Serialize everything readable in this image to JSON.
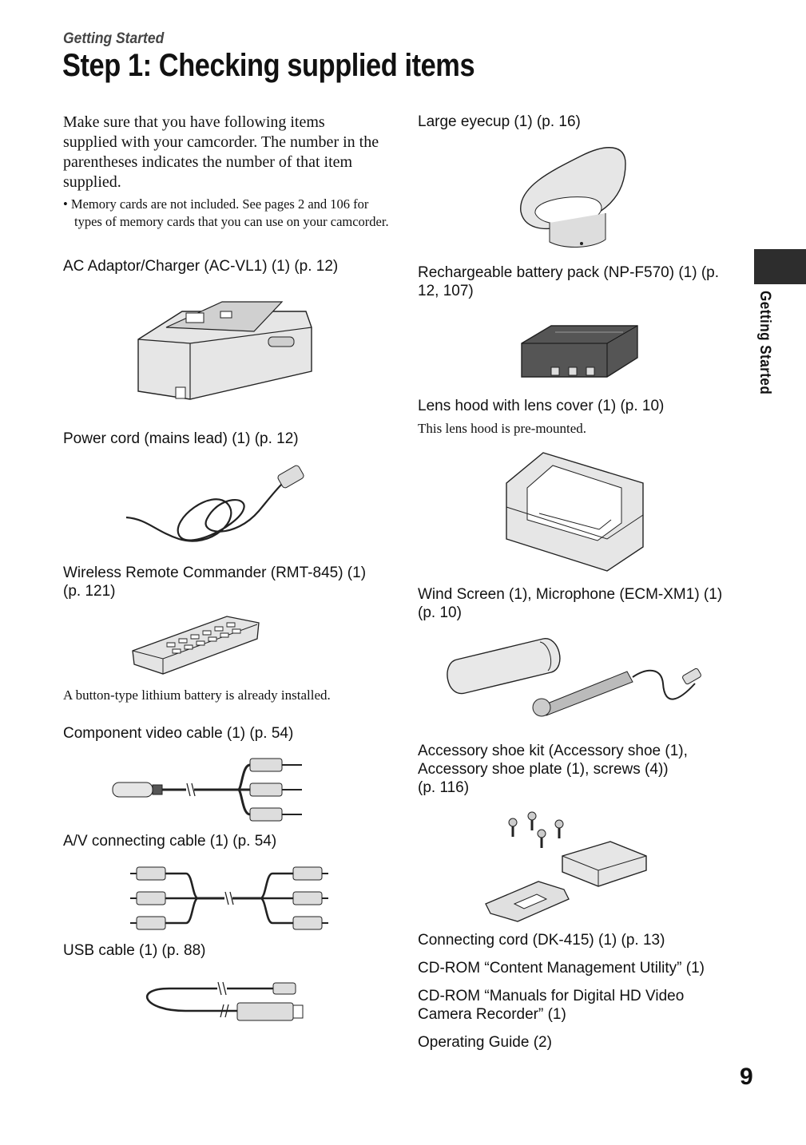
{
  "header": {
    "section_label": "Getting Started",
    "title": "Step 1: Checking supplied items"
  },
  "intro": {
    "paragraph": "Make sure that you have following items supplied with your camcorder. The number in the parentheses indicates the number of that item supplied.",
    "note": "• Memory cards are not included. See pages 2 and 106 for types of memory cards that you can use on your camcorder."
  },
  "items": {
    "ac_adaptor": "AC Adaptor/Charger (AC-VL1) (1) (p. 12)",
    "power_cord": "Power cord (mains lead) (1) (p. 12)",
    "remote": "Wireless Remote Commander (RMT-845) (1) (p. 121)",
    "remote_note": "A button-type lithium battery is already installed.",
    "component_cable": "Component video cable (1) (p. 54)",
    "av_cable": "A/V connecting cable (1) (p. 54)",
    "usb_cable": "USB cable (1) (p. 88)",
    "eyecup": "Large eyecup (1) (p. 16)",
    "battery": "Rechargeable battery pack (NP-F570) (1) (p. 12, 107)",
    "lens_hood": "Lens hood with lens cover (1) (p. 10)",
    "lens_hood_note": "This lens hood is pre-mounted.",
    "microphone": "Wind Screen (1), Microphone (ECM-XM1) (1) (p. 10)",
    "accessory_shoe_l1": "Accessory shoe kit (Accessory shoe (1),",
    "accessory_shoe_l2": "Accessory shoe plate (1), screws (4))",
    "accessory_shoe_l3": "(p. 116)",
    "connecting_cord": "Connecting cord (DK-415) (1) (p. 13)",
    "cdrom_content": "CD-ROM “Content Management Utility” (1)",
    "cdrom_manuals": "CD-ROM “Manuals for Digital HD Video Camera Recorder” (1)",
    "operating_guide": "Operating Guide (2)"
  },
  "side_tab": {
    "label": "Getting Started"
  },
  "footer": {
    "page_number": "9"
  }
}
